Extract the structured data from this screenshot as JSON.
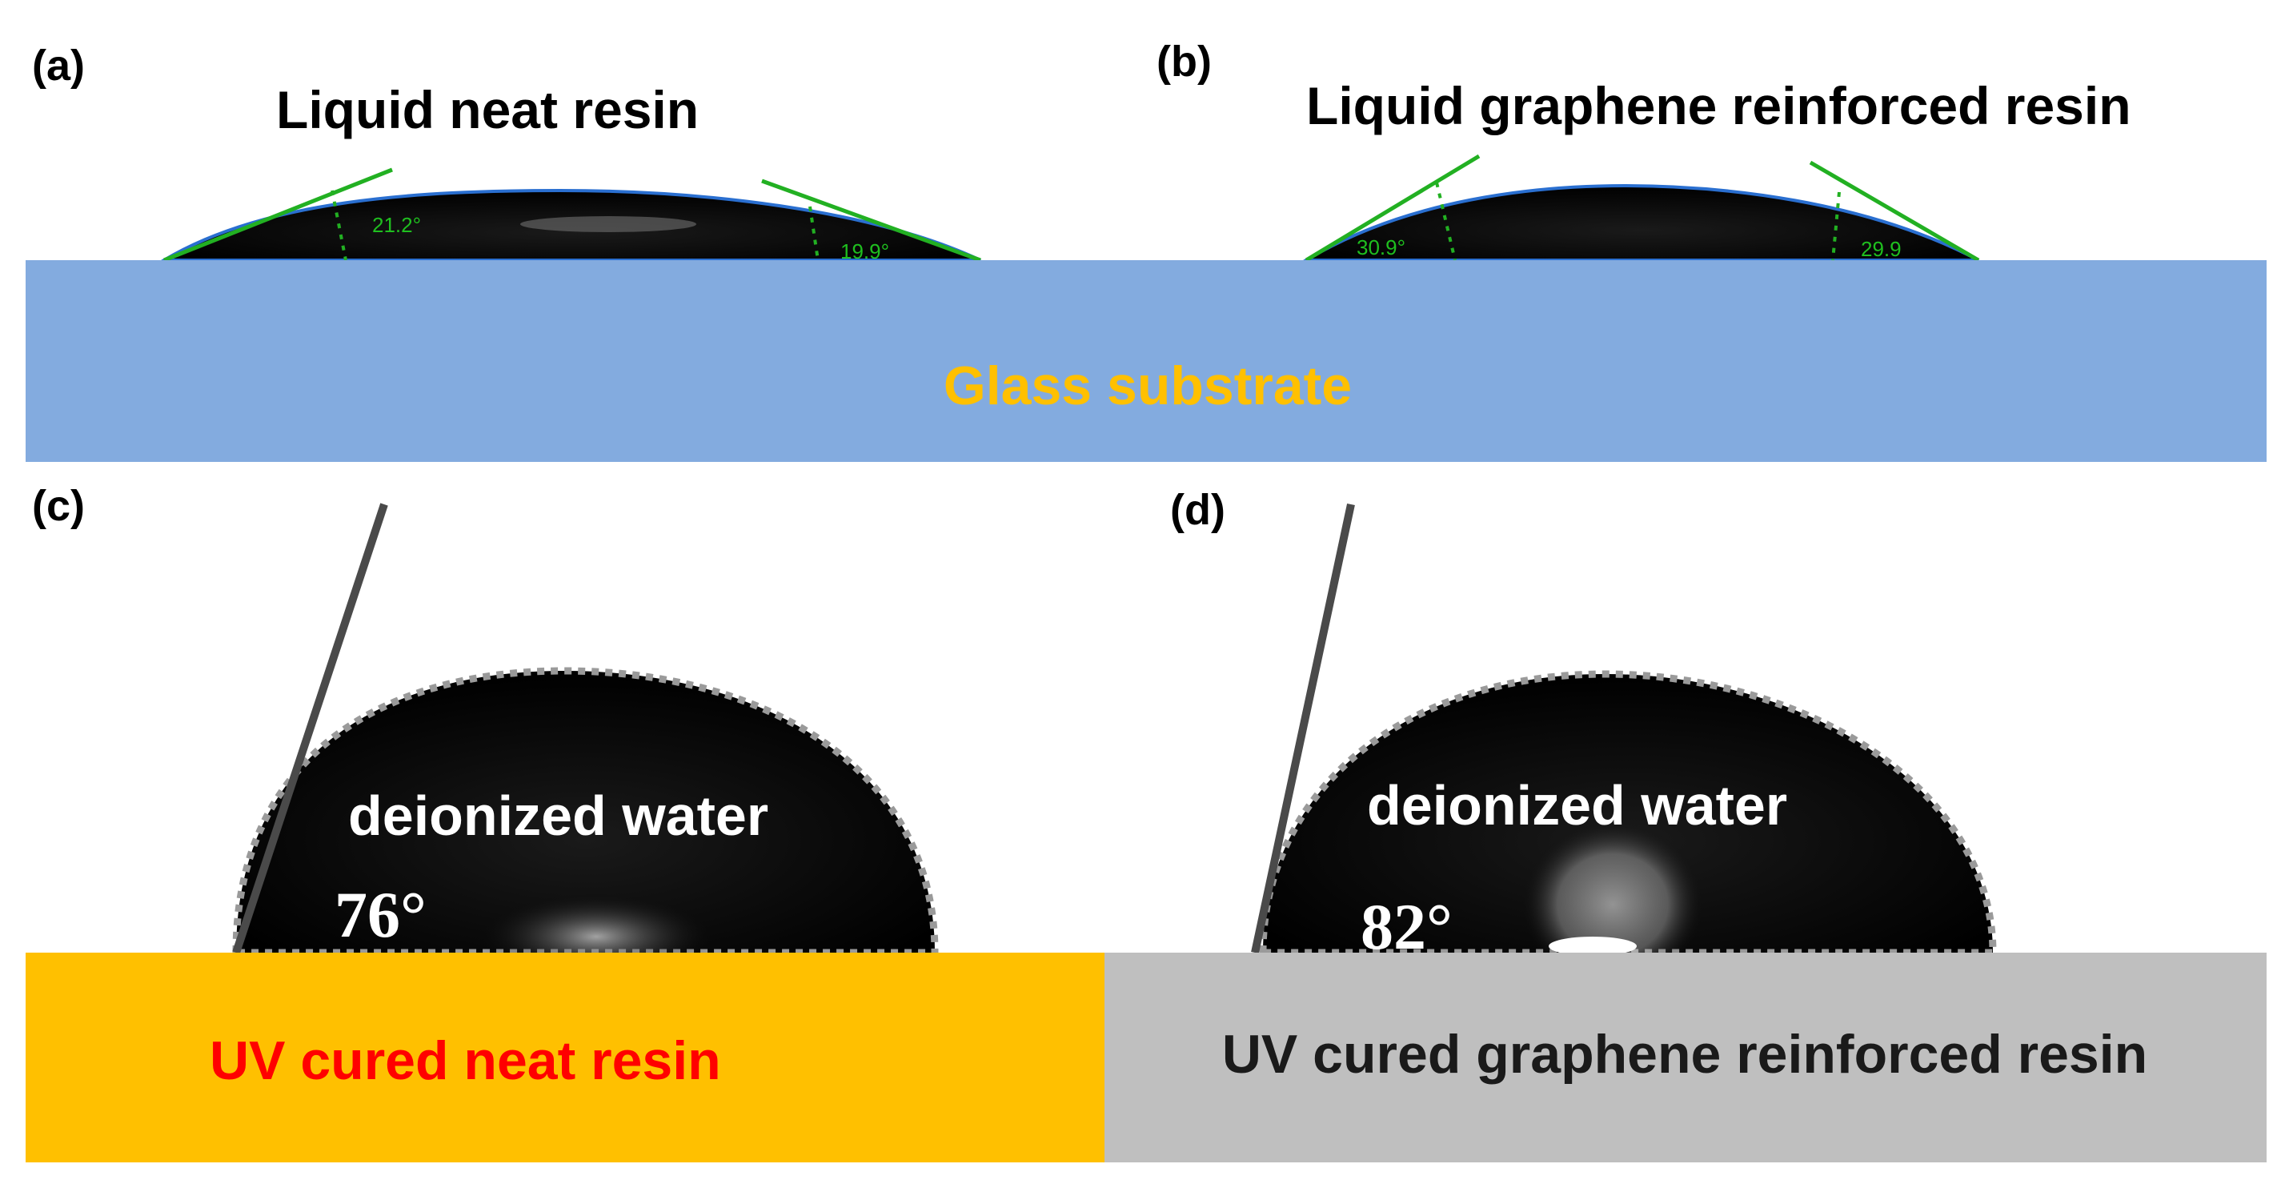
{
  "panels": {
    "a": {
      "label": "(a)",
      "title": "Liquid neat resin",
      "left_angle": "21.2°",
      "right_angle": "19.9°"
    },
    "b": {
      "label": "(b)",
      "title": "Liquid graphene reinforced resin",
      "left_angle": "30.9°",
      "right_angle": "29.9"
    },
    "c": {
      "label": "(c)",
      "drop_label": "deionized water",
      "contact_angle": "76°",
      "substrate_label": "UV cured neat resin"
    },
    "d": {
      "label": "(d)",
      "drop_label": "deionized water",
      "contact_angle": "82°",
      "substrate_label": "UV cured graphene reinforced resin"
    }
  },
  "glass_substrate_label": "Glass substrate",
  "colors": {
    "glass": "#83ABDF",
    "glass_text": "#FFC000",
    "neat_resin": "#FFC000",
    "neat_resin_text": "#FF0000",
    "graphene_resin": "#BFBFBF",
    "graphene_resin_text": "#1A1A1A",
    "tangent_line": "#22B022",
    "drop": "#050505"
  }
}
